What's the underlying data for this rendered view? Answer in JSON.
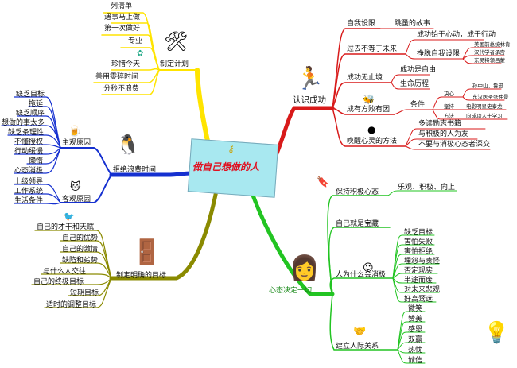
{
  "colors": {
    "yellow": "#ffe400",
    "blue": "#1530d0",
    "olive": "#8a8a00",
    "red": "#d81a1a",
    "green": "#22c422",
    "center_bg": "#a8e8f0",
    "title": "#e01020"
  },
  "center": "做自己想做的人",
  "branches": {
    "plan": {
      "label": "制定计划",
      "items": [
        "列清单",
        "遇事马上做",
        "第一次做好",
        "专业",
        "珍惜今天",
        "善用零碎时间",
        "分秒不浪费"
      ]
    },
    "waste": {
      "label": "拒绝浪费时间",
      "subjective": {
        "label": "主观原因",
        "items": [
          "缺乏目标",
          "拖延",
          "缺乏顺序",
          "想做的事太多",
          "缺乏条理性",
          "不懂授权",
          "行动缓慢",
          "懒惰",
          "心态消极"
        ]
      },
      "objective": {
        "label": "客观原因",
        "items": [
          "上级领导",
          "工作系统",
          "生活条件"
        ]
      }
    },
    "goal": {
      "label": "制定明确的目标",
      "items": [
        "自己的才干和天赋",
        "自己的优势",
        "自己的激情",
        "缺陷和劣势",
        "与什么人交往",
        "自己的终极目标",
        "短期目标",
        "适时的调整目标"
      ]
    },
    "success": {
      "label": "认识成功",
      "limit": {
        "label": "自我设限",
        "child": "跳蚤的故事"
      },
      "past": {
        "label": "过去不等于未来",
        "children": [
          "成功始于心动，成于行动",
          "挣脱自我设限"
        ],
        "small": [
          "美国前总统林肯",
          "汉代学者承宫",
          "东吴将领吕蒙"
        ]
      },
      "nolimit": {
        "label": "成功无止境",
        "children": [
          "成功是自由",
          "生命历程"
        ]
      },
      "cause": {
        "label": "成有方败有因",
        "child": "条件",
        "sub": [
          "决心",
          "坚持",
          "方法"
        ],
        "small": [
          "孙中山、鲁迅",
          "东汉医圣张仲景",
          "电影明星史泰龙",
          "向成功人士学习"
        ]
      },
      "awaken": {
        "label": "唤醒心灵的方法",
        "children": [
          "多读励志书籍",
          "与积极的人为友",
          "不要与消极心态者深交"
        ]
      }
    },
    "mind": {
      "label": "心态决定一切",
      "positive": {
        "label": "保持积极心态",
        "child": "乐观、积极、向上"
      },
      "self": {
        "label": "自己就是宝藏"
      },
      "negative": {
        "label": "人为什么会消极",
        "items": [
          "缺乏目标",
          "害怕失败",
          "害怕拒绝",
          "埋怨与责怪",
          "否定现实",
          "半途而废",
          "对未来悲观",
          "好高骛远"
        ]
      },
      "relation": {
        "label": "建立人际关系",
        "items": [
          "微笑",
          "赞美",
          "感恩",
          "双赢",
          "热忱",
          "诚信"
        ]
      }
    }
  }
}
